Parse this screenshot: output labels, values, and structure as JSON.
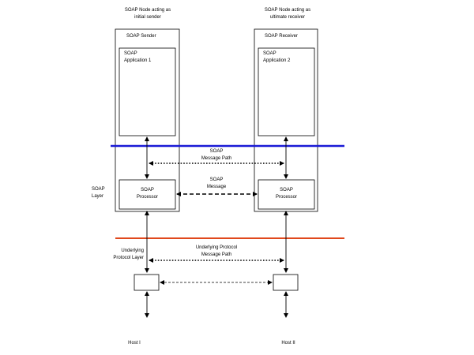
{
  "nodes": {
    "sender_caption": "SOAP Node acting as\ninitial sender",
    "receiver_caption": "SOAP Node acting as\nultimate receiver",
    "sender_title": "SOAP Sender",
    "receiver_title": "SOAP Receiver",
    "app1_label": "SOAP\nApplication 1",
    "app2_label": "SOAP\nApplication 2",
    "processor1_label": "SOAP\nProcessor",
    "processor2_label": "SOAP\nProcessor"
  },
  "layers": {
    "soap_layer": "SOAP\nLayer",
    "protocol_layer": "Underlying\nProtocol Layer",
    "soap_line_color": "#1a1ad6",
    "protocol_line_color": "#e0481c"
  },
  "paths": {
    "soap_message_path": "SOAP\nMessage Path",
    "soap_message": "SOAP\nMessage",
    "protocol_message_path": "Underlying Protocol\nMessage Path"
  },
  "hosts": {
    "host1": "Host I",
    "host2": "Host II"
  }
}
